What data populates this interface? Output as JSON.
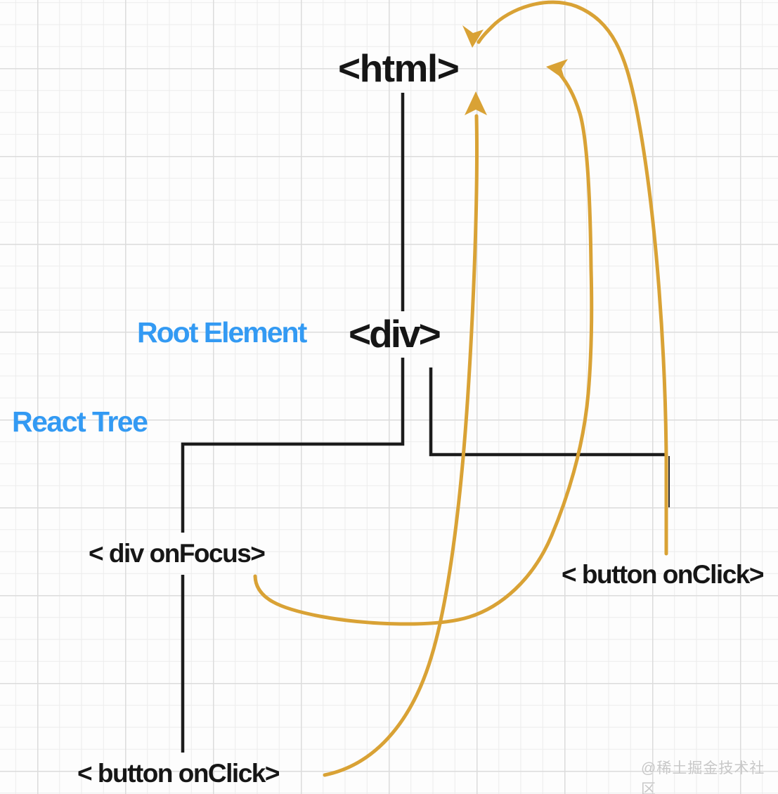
{
  "diagram": {
    "title_labels": {
      "root_element": "Root Element",
      "react_tree": "React Tree"
    },
    "nodes": {
      "html_tag": "<html>",
      "root_div_tag": "<div>",
      "div_onfocus_tag": "< div onFocus>",
      "button_onclick_right_tag": "< button onClick>",
      "button_onclick_bottom_tag": "< button onClick>"
    },
    "arrows": [
      {
        "name": "bottom-button-click-bubbles-to-html",
        "from": "< button onClick> (bottom)",
        "to": "<html>"
      },
      {
        "name": "div-onfocus-bubbles-to-html",
        "from": "< div onFocus>",
        "to": "<html>"
      },
      {
        "name": "right-button-click-bubbles-to-html",
        "from": "< button onClick> (right)",
        "to": "<html>"
      }
    ],
    "colors": {
      "arrow": "#d9a235",
      "tree_line": "#1c1c1c",
      "tree_line_faint": "#2f2f2f",
      "label_blue": "#339af3",
      "tag_text": "#161616",
      "watermark": "#c8c8c8",
      "grid_minor": "#ececec",
      "grid_major": "#dcdcdc"
    },
    "watermark": "@稀土掘金技术社区"
  }
}
